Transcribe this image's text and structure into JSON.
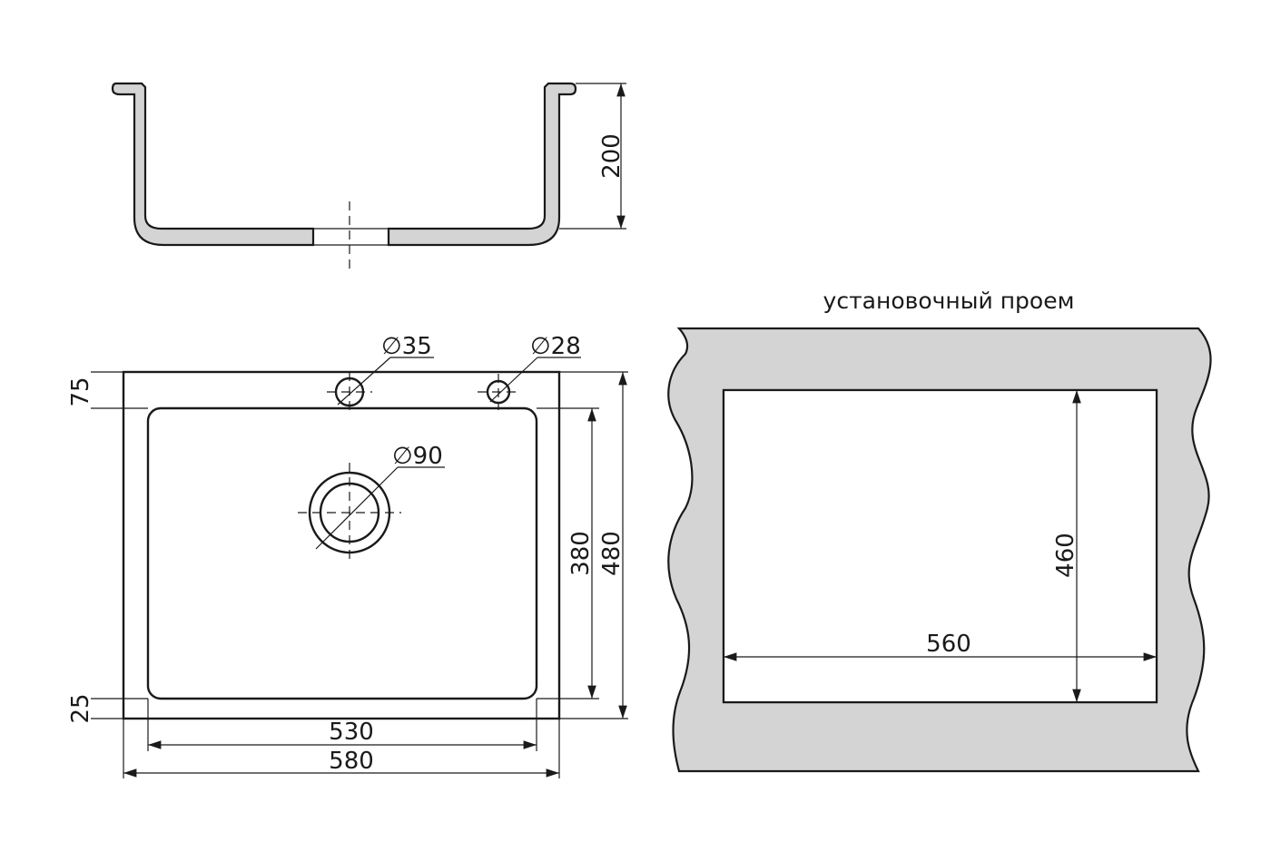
{
  "section": {
    "depth_label": "200"
  },
  "plan": {
    "hole_small_left": "∅35",
    "hole_small_right": "∅28",
    "drain_hole": "∅90",
    "top_rim": "75",
    "bottom_rim": "25",
    "inner_depth": "380",
    "outer_depth": "480",
    "inner_width": "530",
    "outer_width": "580"
  },
  "cutout": {
    "title": "установочный проем",
    "height": "460",
    "width": "560"
  },
  "colors": {
    "line": "#1a1a1a",
    "fill": "#d4d4d4",
    "background": "#ffffff"
  }
}
